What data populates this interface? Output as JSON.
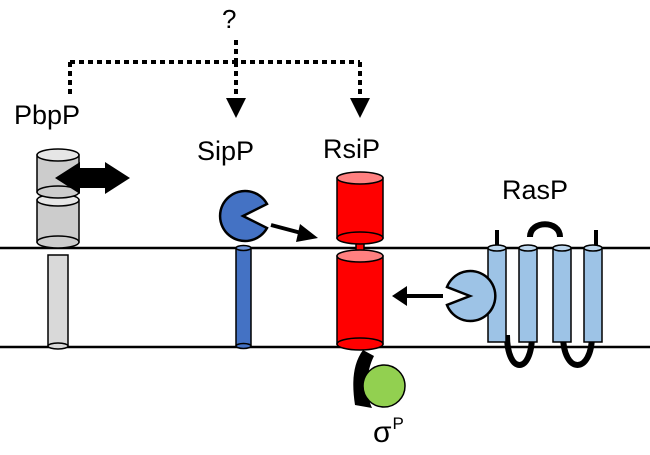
{
  "labels": {
    "question": "?",
    "pbpp": "PbpP",
    "sipp": "SipP",
    "rsip": "RsiP",
    "rasp": "RasP",
    "sigma": "σ",
    "sigma_sup": "P"
  },
  "colors": {
    "membrane_line": "#000000",
    "pbpp_fill": "#d9d9d9",
    "sipp_fill": "#4472c4",
    "rsip_fill": "#ff0000",
    "rsip_top": "#ff8080",
    "rasp_fill": "#9dc3e6",
    "sigma_fill": "#92d050",
    "outline": "#000000"
  },
  "icons": [
    "double-headed-arrow-icon",
    "pacman-protease-icon",
    "dashed-arrow-icon",
    "solid-arrow-icon"
  ]
}
